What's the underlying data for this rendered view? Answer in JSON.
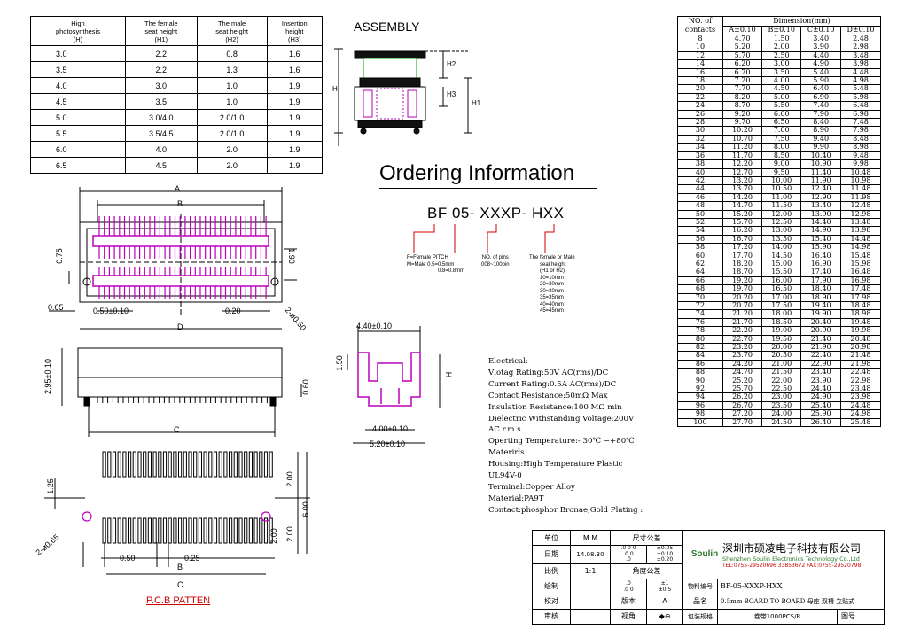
{
  "height_table": {
    "headers": [
      "High\nphotosynthesis\n(H)",
      "The female\nseat height\n(H1)",
      "The male\nseat height\n(H2)",
      "Insertion\nheight\n(H3)"
    ],
    "rows": [
      [
        "3.0",
        "2.2",
        "0.8",
        "1.6"
      ],
      [
        "3.5",
        "2.2",
        "1.3",
        "1.6"
      ],
      [
        "4.0",
        "3.0",
        "1.0",
        "1.9"
      ],
      [
        "4.5",
        "3.5",
        "1.0",
        "1.9"
      ],
      [
        "5.0",
        "3.0/4.0",
        "2.0/1.0",
        "1.9"
      ],
      [
        "5.5",
        "3.5/4.5",
        "2.0/1.0",
        "1.9"
      ],
      [
        "6.0",
        "4.0",
        "2.0",
        "1.9"
      ],
      [
        "6.5",
        "4.5",
        "2.0",
        "1.9"
      ]
    ]
  },
  "assembly": {
    "title": "ASSEMBLY",
    "h": "H",
    "h1": "H1",
    "h2": "H2",
    "h3": "H3"
  },
  "ordering": {
    "title": "Ordering Information",
    "code": "BF 05- XXXP- HXX",
    "f_gender": "F=Female  PITCH",
    "m_gender": "M=Male   0.5=0.5mm",
    "pitch2": "0.8=0.8mm",
    "pins_title": "NO. of pins",
    "pins_range": "008~100pin",
    "seat_title": "The female or Male",
    "seat_title2": "seat height",
    "seat_title3": "(H1 or H2)",
    "seat_opts": [
      "10=10mm",
      "20=20mm",
      "30=30mm",
      "35=35mm",
      "40=40mm",
      "45=45mm"
    ]
  },
  "drawing": {
    "A": "A",
    "B": "B",
    "C": "C",
    "D": "D",
    "d075": "0.75",
    "d190": "1.90",
    "d065": "0.65",
    "d050": "0.50±0.10",
    "d020": "0.20",
    "d2050": "2-ø0.50",
    "d295": "2.95±0.10",
    "d060": "0.60",
    "d440": "4.40±0.10",
    "d150": "1.50",
    "dH": "H",
    "d400": "4.00±0.10",
    "d520": "5.20±0.10",
    "p125": "1.25",
    "p200a": "2.00",
    "p200b": "2.00",
    "p600": "6.00",
    "p200c": "2.00",
    "p065": "2-ø0.65",
    "p050": "0.50",
    "p025": "0.25",
    "pB": "B",
    "pC": "C",
    "pcb_label": "P.C.B PATTEN"
  },
  "electrical": [
    "Electrical:",
    "Vlotag Rating:50V AC(rms)/DC",
    "Current Rating:0.5A AC(rms)/DC",
    "Contact Resistance:50mΩ Max",
    "Insulation Resistance:100 MΩ min",
    "Dielectric Withstanding Voltage:200V",
    "AC r.m.s",
    "Operting Temperature:- 30℃ ~+80℃",
    "Materirls",
    "Housing:High Temperature Plastic",
    "UL94V-0",
    "Terminal:Copper Alloy",
    "Material:PA9T",
    "Contact:phosphor Bronae,Gold Plating :"
  ],
  "dim_table": {
    "h_no": "NO. of",
    "h_contacts": "contacts",
    "h_dim": "Dimension(mm)",
    "cols": [
      "A±0.10",
      "B±0.10",
      "C±0.10",
      "D±0.10"
    ],
    "rows": [
      [
        "8",
        "4.70",
        "1.50",
        "3.40",
        "2.48"
      ],
      [
        "10",
        "5.20",
        "2.00",
        "3.90",
        "2.98"
      ],
      [
        "12",
        "5.70",
        "2.50",
        "4.40",
        "3.48"
      ],
      [
        "14",
        "6.20",
        "3.00",
        "4.90",
        "3.98"
      ],
      [
        "16",
        "6.70",
        "3.50",
        "5.40",
        "4.48"
      ],
      [
        "18",
        "7.20",
        "4.00",
        "5.90",
        "4.98"
      ],
      [
        "20",
        "7.70",
        "4.50",
        "6.40",
        "5.48"
      ],
      [
        "22",
        "8.20",
        "5.00",
        "6.90",
        "5.98"
      ],
      [
        "24",
        "8.70",
        "5.50",
        "7.40",
        "6.48"
      ],
      [
        "26",
        "9.20",
        "6.00",
        "7.90",
        "6.98"
      ],
      [
        "28",
        "9.70",
        "6.50",
        "8.40",
        "7.48"
      ],
      [
        "30",
        "10.20",
        "7.00",
        "8.90",
        "7.98"
      ],
      [
        "32",
        "10.70",
        "7.50",
        "9.40",
        "8.48"
      ],
      [
        "34",
        "11.20",
        "8.00",
        "9.90",
        "8.98"
      ],
      [
        "36",
        "11.70",
        "8.50",
        "10.40",
        "9.48"
      ],
      [
        "38",
        "12.20",
        "9.00",
        "10.90",
        "9.98"
      ],
      [
        "40",
        "12.70",
        "9.50",
        "11.40",
        "10.48"
      ],
      [
        "42",
        "13.20",
        "10.00",
        "11.90",
        "10.98"
      ],
      [
        "44",
        "13.70",
        "10.50",
        "12.40",
        "11.48"
      ],
      [
        "46",
        "14.20",
        "11.00",
        "12.90",
        "11.98"
      ],
      [
        "48",
        "14.70",
        "11.50",
        "13.40",
        "12.48"
      ],
      [
        "50",
        "15.20",
        "12.00",
        "13.90",
        "12.98"
      ],
      [
        "52",
        "15.70",
        "12.50",
        "14.40",
        "13.48"
      ],
      [
        "54",
        "16.20",
        "13.00",
        "14.90",
        "13.98"
      ],
      [
        "56",
        "16.70",
        "13.50",
        "15.40",
        "14.48"
      ],
      [
        "58",
        "17.20",
        "14.00",
        "15.90",
        "14.98"
      ],
      [
        "60",
        "17.70",
        "14.50",
        "16.40",
        "15.48"
      ],
      [
        "62",
        "18.20",
        "15.00",
        "16.90",
        "15.98"
      ],
      [
        "64",
        "18.70",
        "15.50",
        "17.40",
        "16.48"
      ],
      [
        "66",
        "19.20",
        "16.00",
        "17.90",
        "16.98"
      ],
      [
        "68",
        "19.70",
        "16.50",
        "18.40",
        "17.48"
      ],
      [
        "70",
        "20.20",
        "17.00",
        "18.90",
        "17.98"
      ],
      [
        "72",
        "20.70",
        "17.50",
        "19.40",
        "18.48"
      ],
      [
        "74",
        "21.20",
        "18.00",
        "19.90",
        "18.98"
      ],
      [
        "76",
        "21.70",
        "18.50",
        "20.40",
        "19.48"
      ],
      [
        "78",
        "22.20",
        "19.00",
        "20.90",
        "19.98"
      ],
      [
        "80",
        "22.70",
        "19.50",
        "21.40",
        "20.48"
      ],
      [
        "82",
        "23.20",
        "20.00",
        "21.90",
        "20.98"
      ],
      [
        "84",
        "23.70",
        "20.50",
        "22.40",
        "21.48"
      ],
      [
        "86",
        "24.20",
        "21.00",
        "22.90",
        "21.98"
      ],
      [
        "88",
        "24.70",
        "21.50",
        "23.40",
        "22.48"
      ],
      [
        "90",
        "25.20",
        "22.00",
        "23.90",
        "22.98"
      ],
      [
        "92",
        "25.70",
        "22.50",
        "24.40",
        "23.48"
      ],
      [
        "94",
        "26.20",
        "23.00",
        "24.90",
        "23.98"
      ],
      [
        "96",
        "26.70",
        "23.50",
        "25.40",
        "24.48"
      ],
      [
        "98",
        "27.20",
        "24.00",
        "25.90",
        "24.98"
      ],
      [
        "100",
        "27.70",
        "24.50",
        "26.40",
        "25.48"
      ]
    ]
  },
  "title_block": {
    "unit_lbl": "单位",
    "unit_val": "M M",
    "tol_lbl": "尺寸公差",
    "tol1": ".0 0 0\n.0 0\n.0",
    "tol2": "±0.05\n±0.10\n±0.20",
    "date_lbl": "日期",
    "date_val": "14.08.30",
    "scale_lbl": "比例",
    "scale_val": "1:1",
    "angle_lbl": "角度公差",
    "draw_lbl": "绘制",
    "ang1": ".0\n.0 0",
    "ang2": "±1\n±0.5",
    "check_lbl": "校对",
    "ver_lbl": "版本",
    "ver_val": "A",
    "review_lbl": "审核",
    "view_lbl": "视角",
    "view_sym": "◆⊖",
    "company_cn": "深圳市硕凌电子科技有限公司",
    "company_en": "Shenzhen Soulin Electronics Technology Co.,Ltd",
    "company_tel": "TEL:0755-29520696 33853672   FAX:0755-29520798",
    "logo_text": "Soulin",
    "part_lbl": "物料编号",
    "part_val": "BF-05-XXXP-HXX",
    "name_lbl": "品名",
    "name_val": "0.5mm BOARD TO BOARD 母座 双槽 立贴式",
    "pack_lbl": "包装规格",
    "pack_val": "卷带1000PCS/R",
    "fig_lbl": "图号",
    "logo_color": "#2a7a2a",
    "accent": "#cc0000"
  }
}
